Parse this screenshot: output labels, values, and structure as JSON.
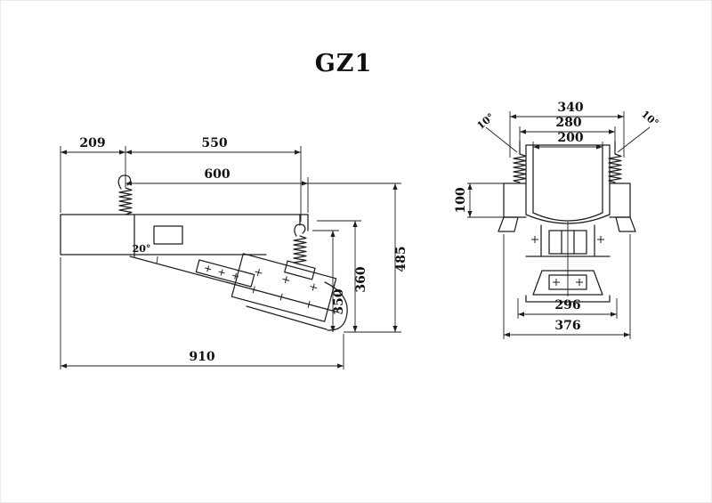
{
  "title": "GZ1",
  "colors": {
    "line": "#1f1f1f",
    "background": "#ffffff"
  },
  "side_view": {
    "name": "side-elevation",
    "dims": {
      "d209": "209",
      "d550": "550",
      "d600": "600",
      "d910": "910",
      "d485": "485",
      "d360": "360",
      "d350": "350",
      "angle": "20°"
    }
  },
  "front_view": {
    "name": "end-elevation",
    "dims": {
      "d340": "340",
      "d280": "280",
      "d200": "200",
      "d100": "100",
      "d296": "296",
      "d376": "376",
      "angle_left": "10°",
      "angle_right": "10°"
    }
  }
}
